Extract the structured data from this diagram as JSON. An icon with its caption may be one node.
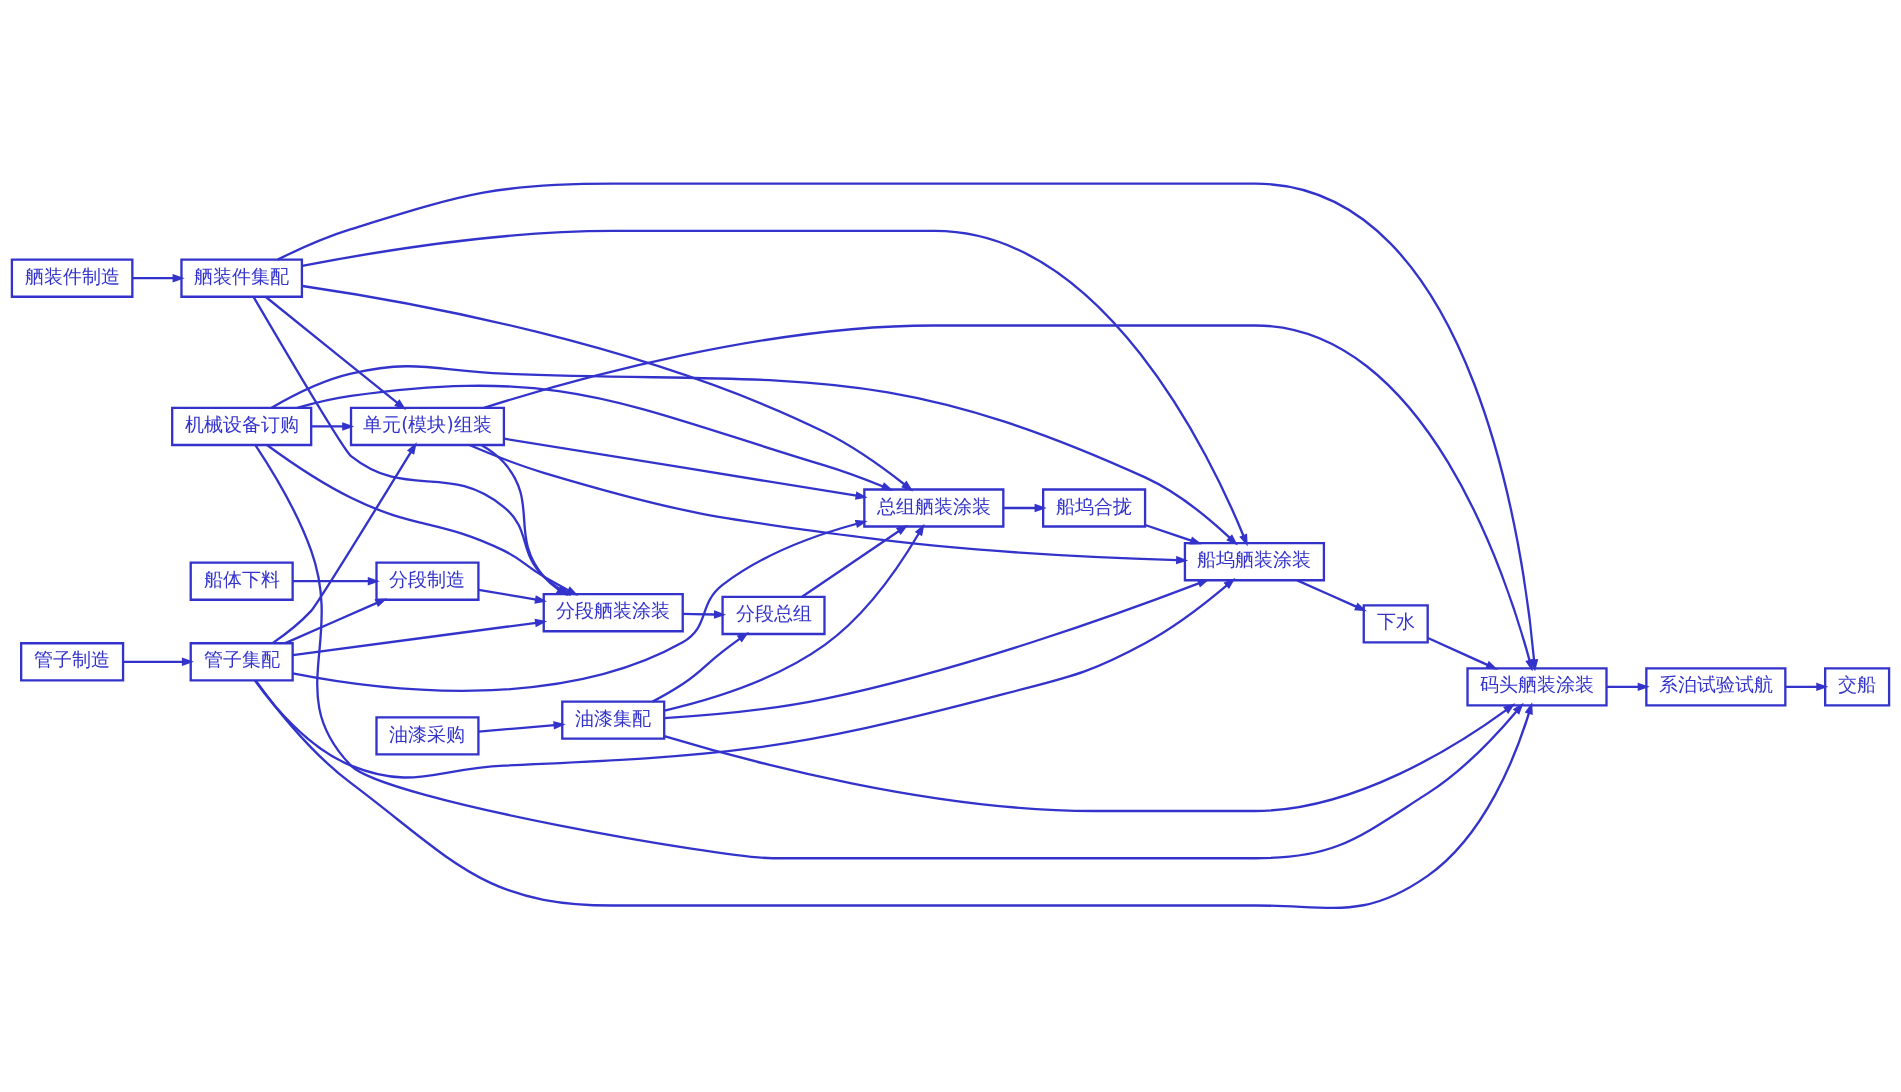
{
  "diagram": {
    "nodes": [
      {
        "text": [
          "船体下料"
        ]
      },
      {
        "text": [
          "分段制造"
        ]
      },
      {
        "text": [
          "分段舾装涂装"
        ]
      },
      {
        "text": [
          "分段总组"
        ]
      },
      {
        "text": [
          "总组舾装涂装"
        ]
      },
      {
        "text": [
          "船坞合拢"
        ]
      },
      {
        "text": [
          "船坞舾装涂装"
        ]
      },
      {
        "text": [
          "下水"
        ]
      },
      {
        "text": [
          "码头舾装涂装"
        ]
      },
      {
        "text": [
          "系泊试验试航"
        ]
      },
      {
        "text": [
          "交船"
        ]
      },
      {
        "text": [
          "管子制造"
        ]
      },
      {
        "text": [
          "管子集配"
        ]
      },
      {
        "text": [
          "单元(模块)组装"
        ]
      },
      {
        "text": [
          "舾装件制造"
        ]
      },
      {
        "text": [
          "舾装件集配"
        ]
      },
      {
        "text": [
          "机械设备订购"
        ]
      },
      {
        "text": [
          "油漆采购"
        ]
      },
      {
        "text": [
          "油漆集配"
        ]
      }
    ],
    "edges": [
      {
        "from": 0,
        "to": 1,
        "arrow": "to"
      },
      {
        "from": 1,
        "to": 2,
        "arrow": "to"
      },
      {
        "from": 2,
        "to": 3,
        "arrow": "to"
      },
      {
        "from": 3,
        "to": 4,
        "arrow": "to"
      },
      {
        "from": 4,
        "to": 5,
        "arrow": "to"
      },
      {
        "from": 5,
        "to": 6,
        "arrow": "to"
      },
      {
        "from": 6,
        "to": 7,
        "arrow": "to"
      },
      {
        "from": 7,
        "to": 8,
        "arrow": "to"
      },
      {
        "from": 8,
        "to": 9,
        "arrow": "to"
      },
      {
        "from": 9,
        "to": 10,
        "arrow": "to"
      },
      {
        "from": 11,
        "to": 12,
        "arrow": "to"
      },
      {
        "from": 14,
        "to": 15,
        "arrow": "to"
      },
      {
        "from": 17,
        "to": 18,
        "arrow": "to"
      },
      {
        "from": 12,
        "to": 1,
        "arrow": "to"
      },
      {
        "from": 12,
        "to": 2,
        "arrow": "to"
      },
      {
        "from": 12,
        "to": 4,
        "arrow": "to"
      },
      {
        "from": 12,
        "to": 6,
        "arrow": "to"
      },
      {
        "from": 12,
        "to": 8,
        "arrow": "to"
      },
      {
        "from": 12,
        "to": 13,
        "arrow": "to"
      },
      {
        "from": 13,
        "to": 2,
        "arrow": "to"
      },
      {
        "from": 13,
        "to": 4,
        "arrow": "to"
      },
      {
        "from": 13,
        "to": 6,
        "arrow": "to"
      },
      {
        "from": 13,
        "to": 8,
        "arrow": "to"
      },
      {
        "from": 15,
        "to": 13,
        "arrow": "to"
      },
      {
        "from": 15,
        "to": 2,
        "arrow": "to"
      },
      {
        "from": 15,
        "to": 4,
        "arrow": "to"
      },
      {
        "from": 15,
        "to": 6,
        "arrow": "to"
      },
      {
        "from": 15,
        "to": 8,
        "arrow": "to"
      },
      {
        "from": 16,
        "to": 13,
        "arrow": "to"
      },
      {
        "from": 16,
        "to": 2,
        "arrow": "to"
      },
      {
        "from": 16,
        "to": 4,
        "arrow": "to"
      },
      {
        "from": 16,
        "to": 6,
        "arrow": "to"
      },
      {
        "from": 16,
        "to": 8,
        "arrow": "to"
      },
      {
        "from": 18,
        "to": 3,
        "arrow": "to"
      },
      {
        "from": 18,
        "to": 4,
        "arrow": "to"
      },
      {
        "from": 18,
        "to": 6,
        "arrow": "to"
      },
      {
        "from": 18,
        "to": 8,
        "arrow": "to"
      }
    ]
  }
}
